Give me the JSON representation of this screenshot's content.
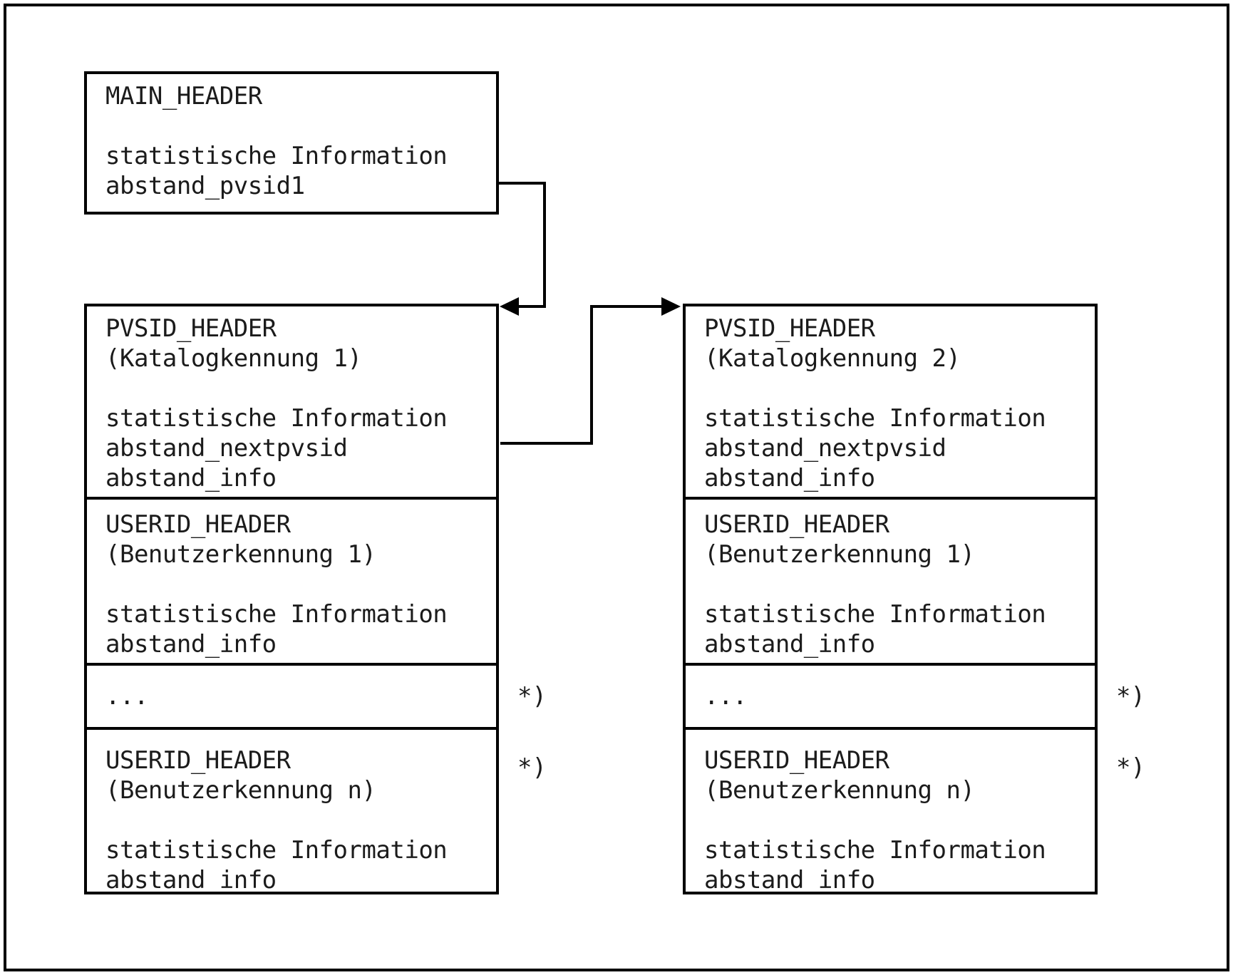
{
  "diagram": {
    "description": "Speicherstruktur-Diagramm: MAIN_HEADER verweist auf verkettete PVSID_HEADER mit untergeordneten USERID_HEADER Bloecken",
    "colors": {
      "background": "#ffffff",
      "line": "#000000",
      "text": "#1b1b1b"
    },
    "main_box": {
      "lines": [
        "MAIN_HEADER",
        "",
        "statistische Information",
        "abstand_pvsid1"
      ]
    },
    "columns": [
      {
        "id": "pvsid-1",
        "sections": [
          {
            "lines": [
              "PVSID_HEADER",
              "(Katalogkennung 1)",
              "",
              "statistische Information",
              "abstand_nextpvsid",
              "abstand_info"
            ]
          },
          {
            "lines": [
              "USERID_HEADER",
              "(Benutzerkennung 1)",
              "",
              "statistische Information",
              "abstand_info"
            ]
          },
          {
            "lines": [
              "..."
            ],
            "annotation": "*)"
          },
          {
            "lines": [
              "USERID_HEADER",
              "(Benutzerkennung n)",
              "",
              "statistische Information",
              "abstand_info"
            ],
            "annotation": "*)"
          }
        ]
      },
      {
        "id": "pvsid-2",
        "sections": [
          {
            "lines": [
              "PVSID_HEADER",
              "(Katalogkennung 2)",
              "",
              "statistische Information",
              "abstand_nextpvsid",
              "abstand_info"
            ]
          },
          {
            "lines": [
              "USERID_HEADER",
              "(Benutzerkennung 1)",
              "",
              "statistische Information",
              "abstand_info"
            ]
          },
          {
            "lines": [
              "..."
            ],
            "annotation": "*)"
          },
          {
            "lines": [
              "USERID_HEADER",
              "(Benutzerkennung n)",
              "",
              "statistische Information",
              "abstand_info"
            ],
            "annotation": "*)"
          }
        ]
      }
    ],
    "arrows": [
      {
        "from": "main_box.abstand_pvsid1",
        "to": "pvsid-1.top",
        "direction": "left"
      },
      {
        "from": "pvsid-1.abstand_nextpvsid",
        "to": "pvsid-2.top",
        "direction": "right"
      }
    ]
  }
}
